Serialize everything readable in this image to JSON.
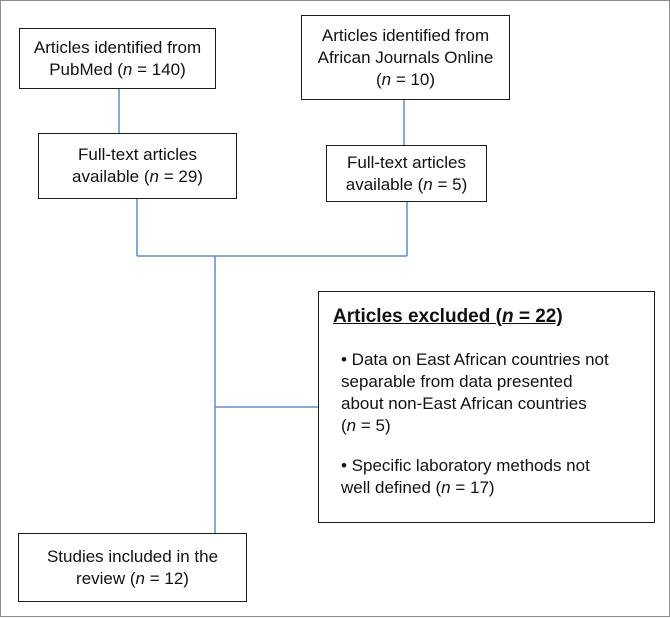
{
  "boxes": {
    "pubmed": {
      "line1": "Articles identified from",
      "line2_prefix": "PubMed (",
      "n_symbol": "n",
      "line2_suffix": " = 140)"
    },
    "ajol": {
      "line1": "Articles identified from",
      "line2": "African Journals Online",
      "line3_prefix": "(",
      "n_symbol": "n",
      "line3_suffix": " = 10)"
    },
    "fulltext_left": {
      "line1": "Full-text articles",
      "line2_prefix": "available (",
      "n_symbol": "n",
      "line2_suffix": " = 29)"
    },
    "fulltext_right": {
      "line1": "Full-text articles",
      "line2_prefix": "available (",
      "n_symbol": "n",
      "line2_suffix": " = 5)"
    },
    "included": {
      "line1": "Studies included in the",
      "line2_prefix": "review (",
      "n_symbol": "n",
      "line2_suffix": " = 12)"
    }
  },
  "excluded": {
    "title_prefix": "Articles excluded (",
    "n_symbol": "n",
    "title_suffix": " = 22)",
    "bullet_glyph": "•",
    "items": [
      {
        "line1": " Data on East African countries not",
        "line2": "separable from data presented",
        "line3": "about non-East African countries",
        "line4_prefix": "(",
        "n_symbol": "n",
        "line4_suffix": " = 5)"
      },
      {
        "line1": " Specific laboratory methods not",
        "line2_prefix": "well defined (",
        "n_symbol": "n",
        "line2_suffix": " = 17)"
      }
    ]
  },
  "colors": {
    "connector": "#5b8fc7",
    "box_border": "#1a1a1a",
    "frame_border": "#8c8c8c"
  }
}
